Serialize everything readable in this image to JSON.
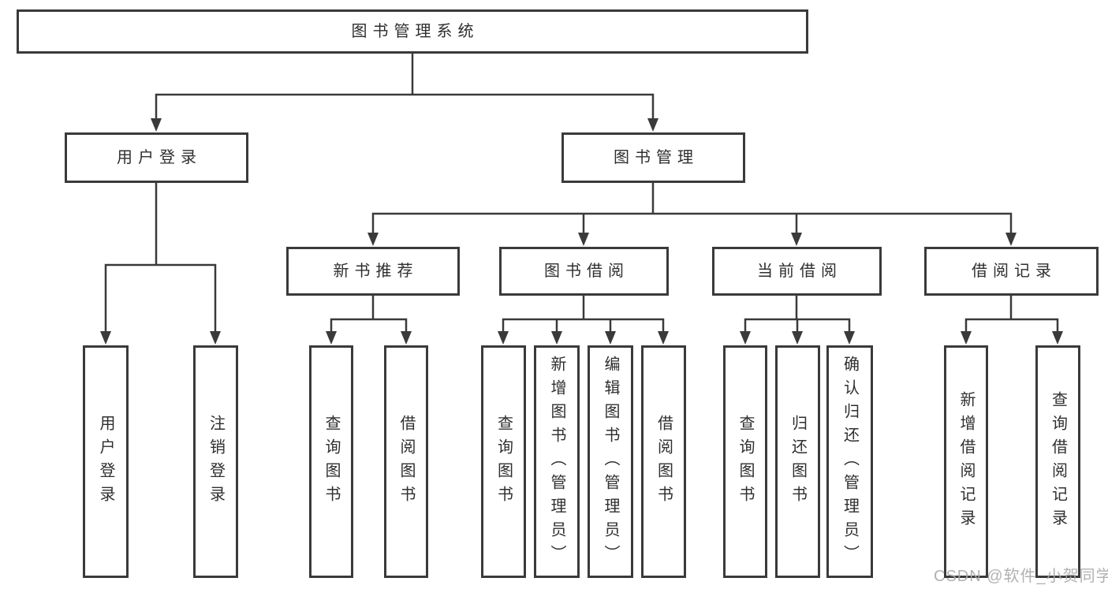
{
  "diagram": {
    "root": {
      "label": "图书管理系统"
    },
    "level2": [
      {
        "label": "用户登录"
      },
      {
        "label": "图书管理"
      }
    ],
    "level3": [
      {
        "label": "新书推荐"
      },
      {
        "label": "图书借阅"
      },
      {
        "label": "当前借阅"
      },
      {
        "label": "借阅记录"
      }
    ],
    "leaves": {
      "user_login": [
        {
          "label": "用户登录"
        },
        {
          "label": "注销登录"
        }
      ],
      "new_book": [
        {
          "label": "查询图书"
        },
        {
          "label": "借阅图书"
        }
      ],
      "book_borrow": [
        {
          "label": "查询图书"
        },
        {
          "label": "新增图书（管理员）"
        },
        {
          "label": "编辑图书（管理员）"
        },
        {
          "label": "借阅图书"
        }
      ],
      "current_borrow": [
        {
          "label": "查询图书"
        },
        {
          "label": "归还图书"
        },
        {
          "label": "确认归还（管理员）"
        }
      ],
      "borrow_record": [
        {
          "label": "新增借阅记录"
        },
        {
          "label": "查询借阅记录"
        }
      ]
    }
  },
  "watermark": {
    "text": "CSDN @软件_小贺同学"
  },
  "colors": {
    "line": "#3a3a3a",
    "box_border": "#3a3a3a",
    "text": "#2f2f2f",
    "watermark": "#a8a8a8",
    "background": "#ffffff"
  }
}
